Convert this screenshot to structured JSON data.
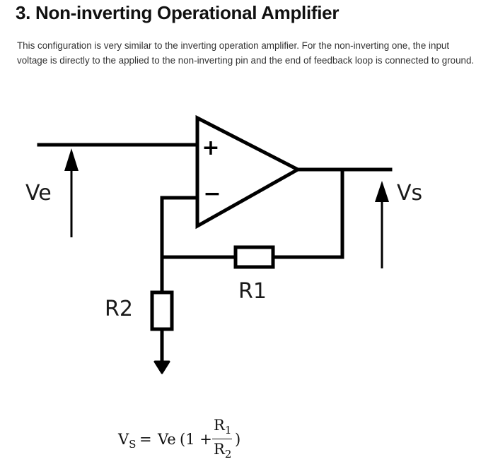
{
  "heading": "3. Non-inverting Operational Amplifier",
  "paragraph": "This configuration is very similar to the inverting operation amplifier. For the non-inverting one, the input voltage is directly to the applied to the non-inverting pin and the end of feedback loop is connected to ground.",
  "diagram": {
    "plus_sign": "+",
    "minus_sign": "−",
    "input_label": "Ve",
    "output_label": "Vs",
    "r1_label": "R1",
    "r2_label": "R2"
  },
  "formula": {
    "lhs_main": "V",
    "lhs_sub": "S",
    "equals": "=",
    "ve": "Ve",
    "open_paren": "(1 +",
    "num_main": "R",
    "num_sub": "1",
    "den_main": "R",
    "den_sub": "2",
    "close_paren": ")"
  }
}
